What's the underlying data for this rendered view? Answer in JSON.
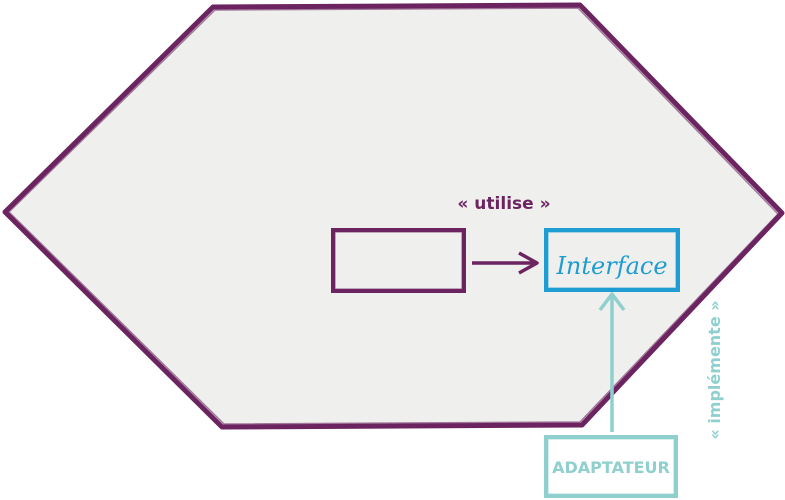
{
  "colors": {
    "hexagon_fill": "#efefee",
    "hexagon_stroke": "#6b2460",
    "interface": "#1e9dd3",
    "adapter": "#8fd0cf",
    "arrow_uses": "#6b2460"
  },
  "labels": {
    "uses": "« utilise »",
    "interface": "Interface",
    "adapter": "ADAPTATEUR",
    "implements": "« implémente »"
  }
}
